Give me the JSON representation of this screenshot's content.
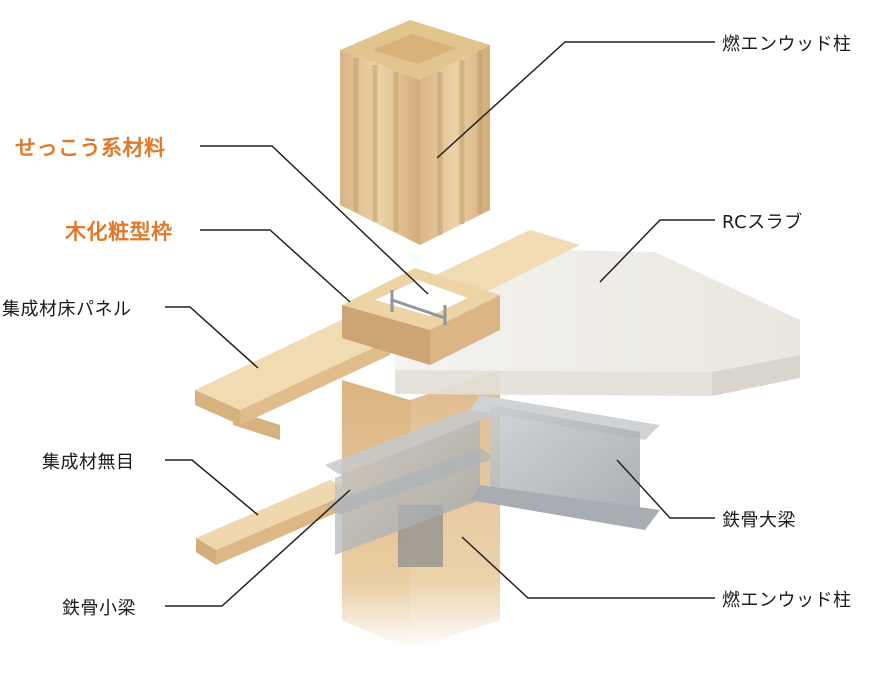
{
  "labels": {
    "column_top": "燃エンウッド柱",
    "gypsum": "せっこう系材料",
    "wood_form": "木化粧型枠",
    "rc_slab": "RCスラブ",
    "clt_floor": "集成材床パネル",
    "glulam_plain": "集成材無目",
    "steel_main_beam": "鉄骨大梁",
    "steel_small_beam": "鉄骨小梁",
    "column_bottom": "燃エンウッド柱"
  },
  "colors": {
    "highlight_label": "#e07a2a",
    "leader_line": "#222222",
    "wood_light": "#e8c99a",
    "wood_dark": "#c9a06a",
    "steel": "#b7bcc0",
    "slab": "#efece6"
  }
}
